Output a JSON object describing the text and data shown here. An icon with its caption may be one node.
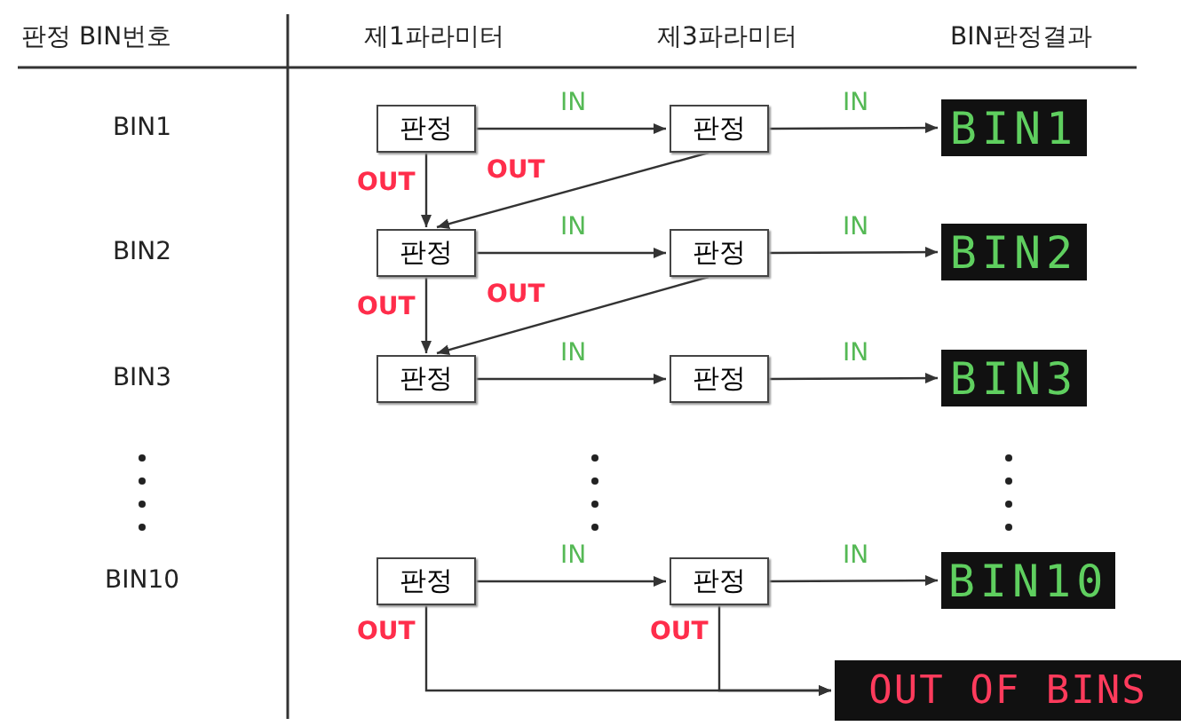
{
  "diagram": {
    "nodes": [
      {
        "text": [
          "판정"
        ]
      },
      {
        "text": [
          "판정"
        ]
      },
      {
        "text": [
          "BIN1"
        ]
      },
      {
        "text": [
          "판정"
        ]
      },
      {
        "text": [
          "판정"
        ]
      },
      {
        "text": [
          "BIN2"
        ]
      },
      {
        "text": [
          "판정"
        ]
      },
      {
        "text": [
          "판정"
        ]
      },
      {
        "text": [
          "BIN3"
        ]
      },
      {
        "text": [
          "판정"
        ]
      },
      {
        "text": [
          "판정"
        ]
      },
      {
        "text": [
          "BIN10"
        ]
      },
      {
        "text": [
          "OUT OF BINS"
        ]
      }
    ],
    "edges": [
      {
        "from": 0,
        "to": 1,
        "arrow": "to",
        "label": "IN"
      },
      {
        "from": 1,
        "to": 2,
        "arrow": "to",
        "label": "IN"
      },
      {
        "from": 0,
        "to": 3,
        "arrow": "to",
        "label": "OUT"
      },
      {
        "from": 1,
        "to": 3,
        "arrow": "to",
        "label": "OUT"
      },
      {
        "from": 3,
        "to": 4,
        "arrow": "to",
        "label": "IN"
      },
      {
        "from": 4,
        "to": 5,
        "arrow": "to",
        "label": "IN"
      },
      {
        "from": 3,
        "to": 6,
        "arrow": "to",
        "label": "OUT"
      },
      {
        "from": 4,
        "to": 6,
        "arrow": "to",
        "label": "OUT"
      },
      {
        "from": 6,
        "to": 7,
        "arrow": "to",
        "label": "IN"
      },
      {
        "from": 7,
        "to": 8,
        "arrow": "to",
        "label": "IN"
      },
      {
        "from": 9,
        "to": 10,
        "arrow": "to",
        "label": "IN"
      },
      {
        "from": 10,
        "to": 11,
        "arrow": "to",
        "label": "IN"
      },
      {
        "from": 9,
        "to": 12,
        "arrow": "to",
        "label": "OUT"
      },
      {
        "from": 10,
        "to": 12,
        "arrow": "to",
        "label": "OUT"
      }
    ],
    "labels": [
      "판정 BIN번호",
      "제1파라미터",
      "제3파라미터",
      "BIN판정결과",
      "BIN1",
      "BIN2",
      "BIN3",
      "BIN10"
    ]
  }
}
